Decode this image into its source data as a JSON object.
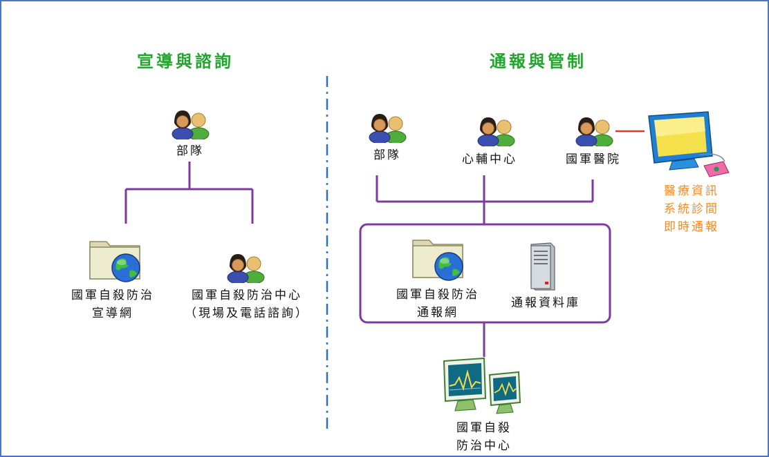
{
  "colors": {
    "title_green": "#21a52c",
    "connector_purple": "#7e3aa1",
    "divider_blue": "#2f6fb8",
    "link_red": "#e23a2a",
    "note_orange": "#f08a24",
    "frame_blue": "#4a76c8"
  },
  "left": {
    "title": "宣導與諮詢",
    "nodes": {
      "troops": {
        "icon": "people-icon",
        "label": "部隊"
      },
      "web": {
        "icon": "folder-globe-icon",
        "lines": [
          "國軍自殺防治",
          "宣導網"
        ]
      },
      "center": {
        "icon": "people-icon",
        "lines": [
          "國軍自殺防治中心",
          "（現場及電話諮詢）"
        ]
      }
    }
  },
  "right": {
    "title": "通報與管制",
    "nodes": {
      "troops": {
        "icon": "people-icon",
        "label": "部隊"
      },
      "counseling": {
        "icon": "people-icon",
        "label": "心輔中心"
      },
      "hospital": {
        "icon": "people-icon",
        "label": "國軍醫院"
      },
      "medical_system": {
        "icon": "computer-icon",
        "lines": [
          "醫療資訊",
          "系統診間",
          "即時通報"
        ]
      },
      "report_web": {
        "icon": "folder-globe-icon",
        "lines": [
          "國軍自殺防治",
          "通報網"
        ]
      },
      "database": {
        "icon": "server-icon",
        "label": "通報資料庫"
      },
      "monitor_center": {
        "icon": "monitors-icon",
        "lines": [
          "國軍自殺",
          "防治中心"
        ]
      }
    }
  }
}
